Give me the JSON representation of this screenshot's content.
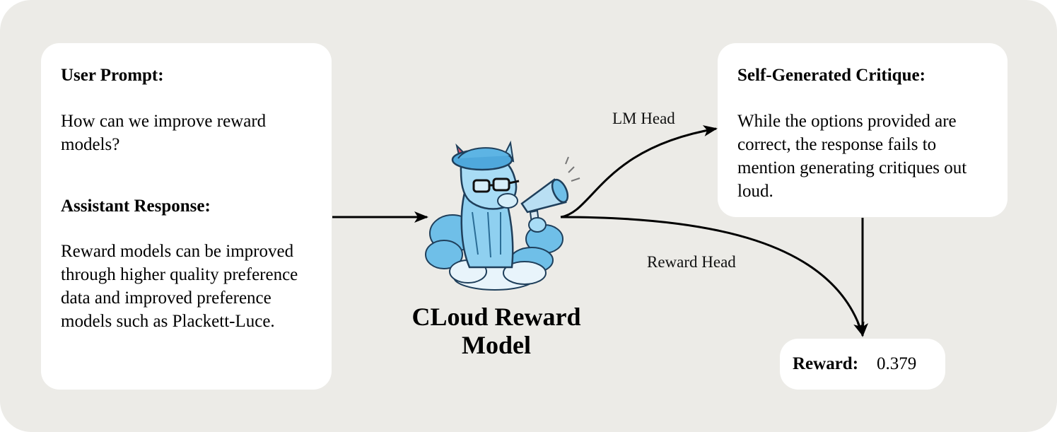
{
  "input": {
    "prompt_heading": "User Prompt:",
    "prompt_text": "How can we improve reward models?",
    "response_heading": "Assistant Response:",
    "response_text": "Reward models can be improved through higher quality preference data and improved preference models such as Plackett-Luce."
  },
  "model": {
    "title_line1": "CLoud Reward",
    "title_line2": "Model",
    "mascot_icon": "llama-with-megaphone-icon"
  },
  "edges": {
    "lm_head": "LM Head",
    "reward_head": "Reward Head"
  },
  "critique": {
    "heading": "Self-Generated Critique:",
    "text": "While the options provided are correct, the response fails to mention generating critiques out loud."
  },
  "reward": {
    "label": "Reward:",
    "value": "0.379"
  },
  "colors": {
    "background": "#ecebe7",
    "card": "#ffffff",
    "mascot_blue": "#4fa8dc",
    "ear_pink": "#d9506b"
  }
}
